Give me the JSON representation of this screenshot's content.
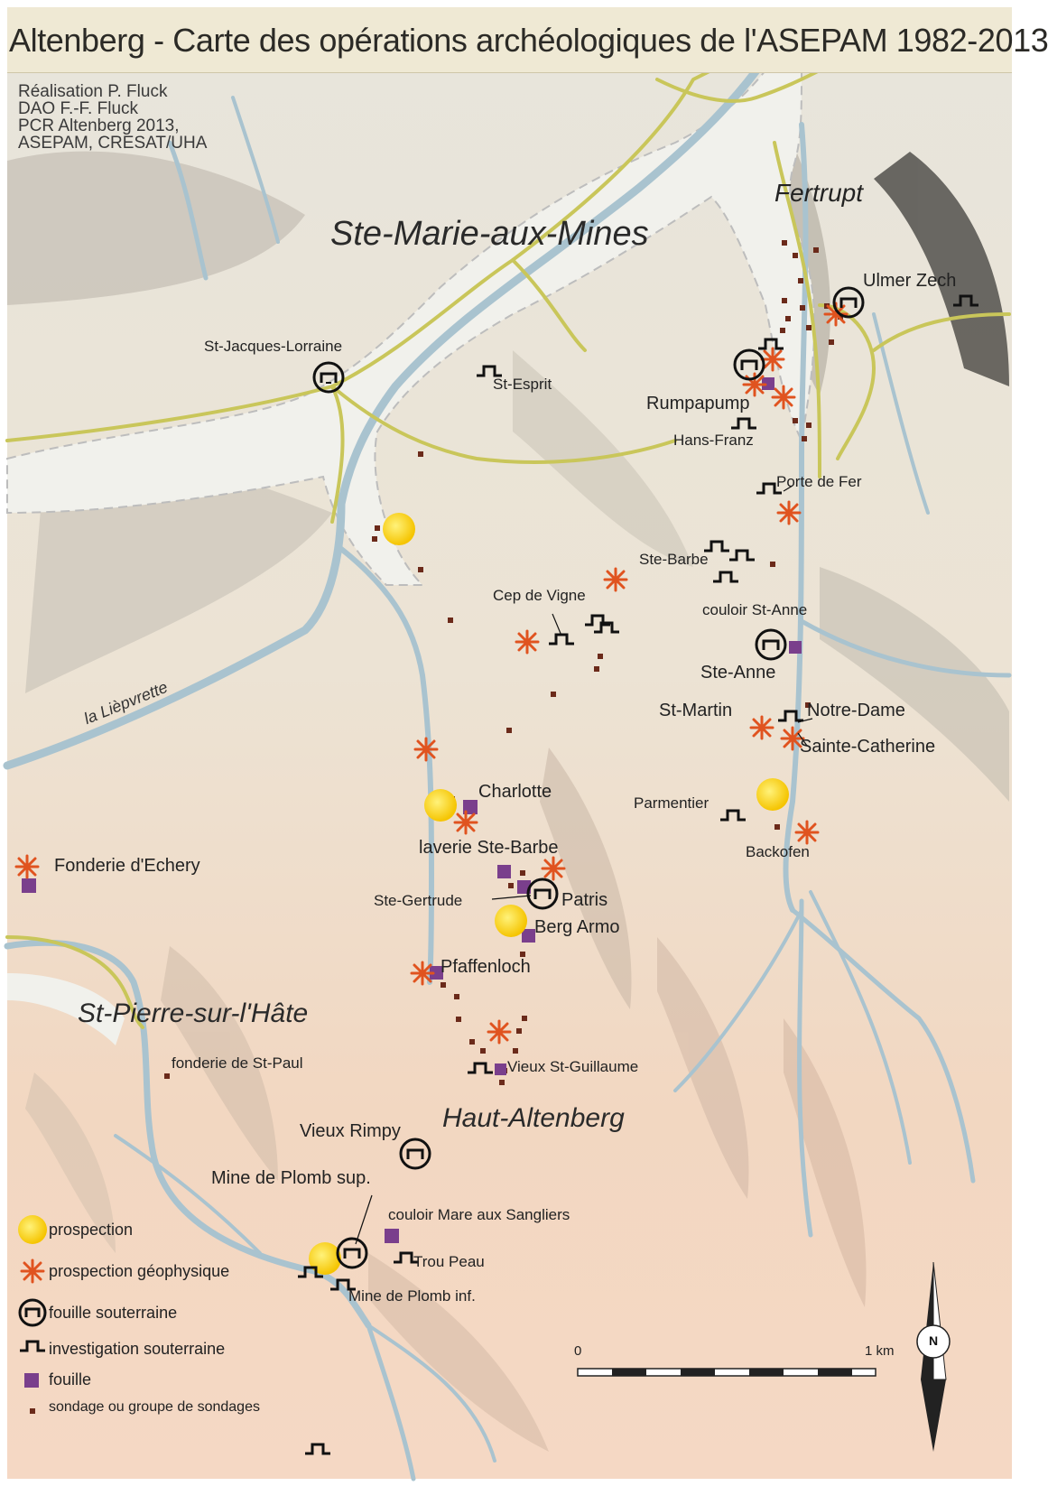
{
  "title": "Altenberg - Carte des opérations archéologiques de l'ASEPAM 1982-2013",
  "credits": [
    "Réalisation  P. Fluck",
    "DAO  F.-F. Fluck",
    "PCR Altenberg 2013,",
    "ASEPAM, CRESAT/UHA"
  ],
  "places": {
    "ste_marie": "Ste-Marie-aux-Mines",
    "fertrupt": "Fertrupt",
    "st_pierre": "St-Pierre-sur-l'Hâte",
    "haut_altenberg": "Haut-Altenberg",
    "river": "la Lièpvrette"
  },
  "sites": {
    "st_jacques": "St-Jacques-Lorraine",
    "st_esprit": "St-Esprit",
    "ulmer_zech": "Ulmer Zech",
    "rumpapump": "Rumpapump",
    "hans_franz": "Hans-Franz",
    "porte_de_fer": "Porte de Fer",
    "ste_barbe": "Ste-Barbe",
    "cep_de_vigne": "Cep de Vigne",
    "couloir_st_anne": "couloir St-Anne",
    "ste_anne": "Ste-Anne",
    "st_martin": "St-Martin",
    "notre_dame": "Notre-Dame",
    "sainte_catherine": "Sainte-Catherine",
    "parmentier": "Parmentier",
    "backofen": "Backofen",
    "charlotte": "Charlotte",
    "laverie": "laverie Ste-Barbe",
    "fonderie_echery": "Fonderie d'Echery",
    "ste_gertrude": "Ste-Gertrude",
    "patris": "Patris",
    "berg_armo": "Berg Armo",
    "pfaffenloch": "Pfaffenloch",
    "fonderie_st_paul": "fonderie de St-Paul",
    "vieux_st_guillaume": "Vieux St-Guillaume",
    "vieux_rimpy": "Vieux Rimpy",
    "mine_plomb_sup": "Mine de Plomb sup.",
    "couloir_mare": "couloir Mare aux Sangliers",
    "trou_peau": "Trou Peau",
    "mine_plomb_inf": "Mine de Plomb inf."
  },
  "legend": {
    "prospection": "prospection",
    "geophysique": "prospection géophysique",
    "fouille_souterraine": "fouille souterraine",
    "investigation": "investigation souterraine",
    "fouille": "fouille",
    "sondage": "sondage ou groupe de sondages"
  },
  "scale": {
    "start": "0",
    "end": "1 km"
  },
  "north": "N",
  "colors": {
    "road": "#c9c65a",
    "river": "#a9c3cf",
    "town": "#f1f1ec",
    "prospection": "#ffd21a",
    "geophysique": "#e0531f",
    "fouille": "#7a3f8c",
    "sondage": "#6b2a1a",
    "symbol": "#111111"
  }
}
